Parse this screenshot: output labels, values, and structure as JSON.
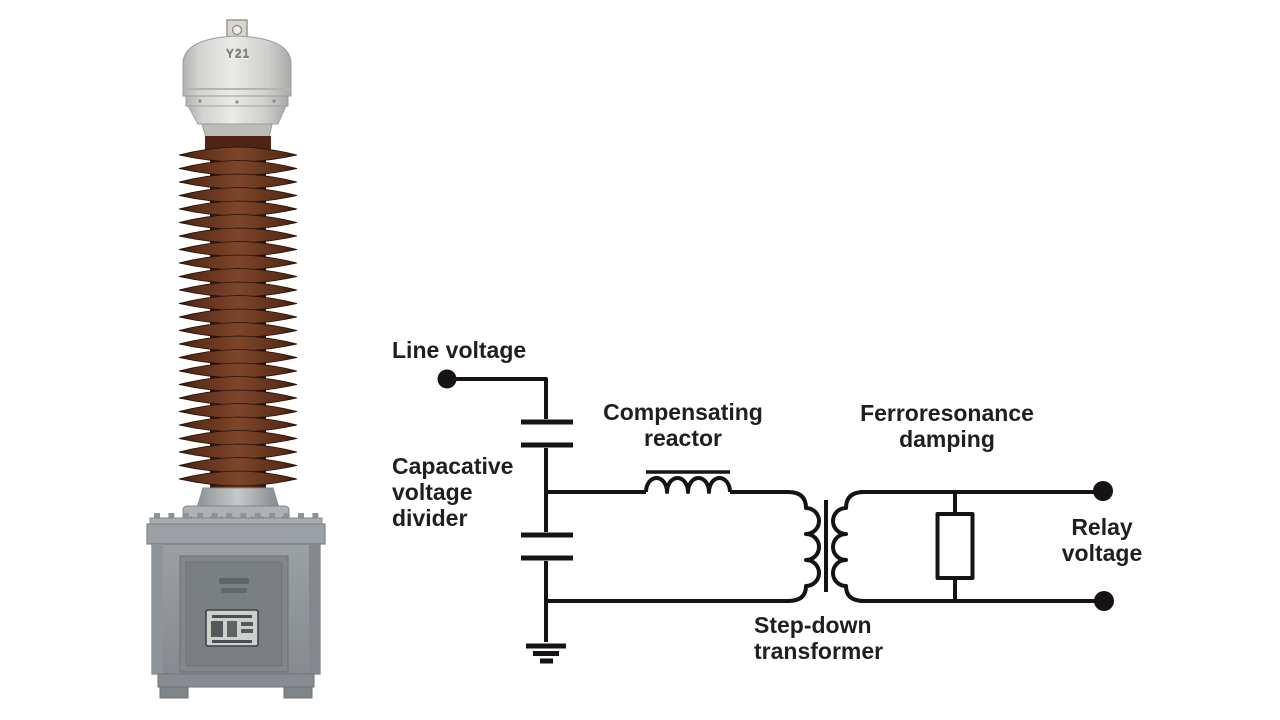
{
  "window": {
    "background": "#ffffff"
  },
  "photo": {
    "subject": "capacitive voltage transformer unit",
    "cap_marking": "Y21",
    "colors": {
      "porcelain_shed": "#5d2f1b",
      "porcelain_core": "#713d24",
      "metal_cap": "#d8d8d6",
      "base_box": "#8f9496",
      "front_panel": "#7a7f82",
      "nameplate": "#cdcfca"
    }
  },
  "diagram": {
    "wire_color": "#171314",
    "text_color": "#221e1f",
    "labels": {
      "line_voltage": "Line voltage",
      "capacitive_divider": "Capacative\nvoltage\ndivider",
      "compensating_reactor": "Compensating\nreactor",
      "ferroresonance_damping": "Ferroresonance\ndamping",
      "step_down_transformer": "Step-down\ntransformer",
      "relay_voltage": "Relay\nvoltage"
    },
    "symbols": {
      "terminal": "filled-dot",
      "capacitor": "parallel-plates",
      "inductor": "coil-humps",
      "transformer": "two-windings-with-core-bar",
      "resistor": "rectangle",
      "ground": "three-stacked-bars"
    }
  }
}
